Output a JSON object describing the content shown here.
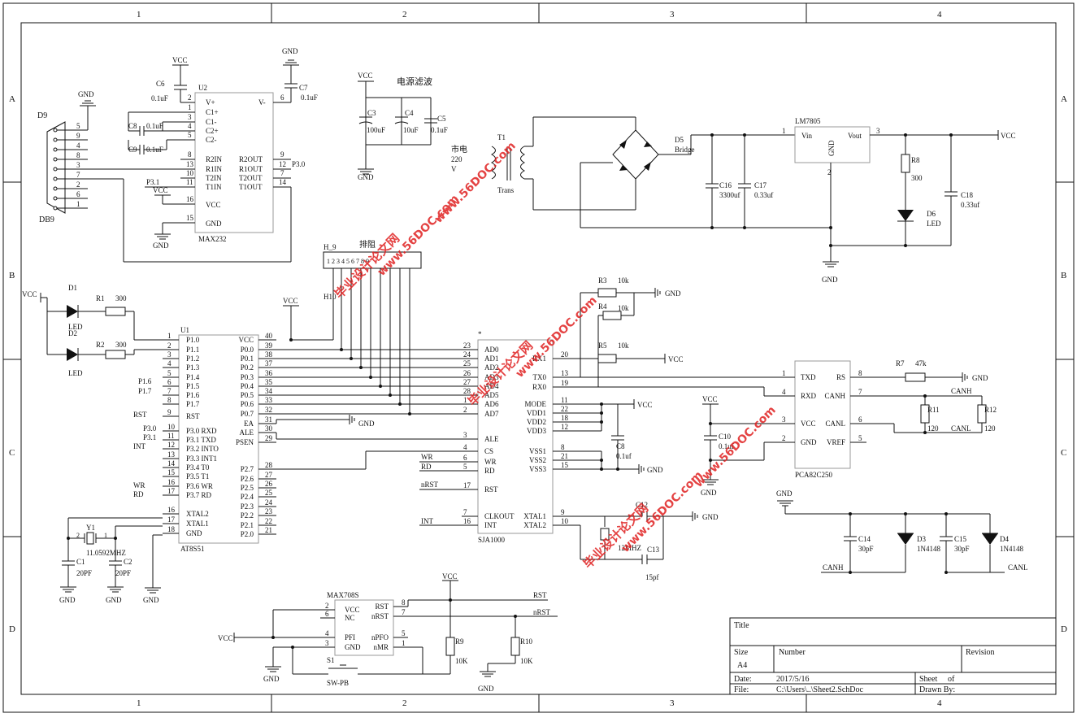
{
  "frame": {
    "cols": [
      "1",
      "2",
      "3",
      "4"
    ],
    "rows": [
      "A",
      "B",
      "C",
      "D"
    ]
  },
  "title_block": {
    "title_label": "Title",
    "size_label": "Size",
    "size_value": "A4",
    "number_label": "Number",
    "revision_label": "Revision",
    "date_label": "Date:",
    "date_value": "2017/5/16",
    "sheet_label": "Sheet",
    "of_label": "of",
    "file_label": "File:",
    "file_value": "C:\\Users\\..\\Sheet2.SchDoc",
    "drawn_label": "Drawn By:"
  },
  "watermark": {
    "text1": "毕业设计论文网",
    "text2": "www.56DOC.com",
    "color": "#e02020"
  },
  "power": {
    "vcc": "VCC",
    "gnd": "GND"
  },
  "db9": {
    "ref": "D9",
    "name": "DB9",
    "pins": [
      "5",
      "9",
      "4",
      "8",
      "3",
      "7",
      "2",
      "6",
      "1"
    ]
  },
  "max232": {
    "ref": "U2",
    "name": "MAX232",
    "left_pins": [
      {
        "num": "2",
        "name": "V+"
      },
      {
        "num": "1",
        "name": "C1+"
      },
      {
        "num": "3",
        "name": "C1-"
      },
      {
        "num": "4",
        "name": "C2+"
      },
      {
        "num": "5",
        "name": "C2-"
      },
      {
        "num": "8",
        "name": "R2IN"
      },
      {
        "num": "13",
        "name": "R1IN"
      },
      {
        "num": "10",
        "name": "T2IN"
      },
      {
        "num": "11",
        "name": "T1IN"
      },
      {
        "num": "16",
        "name": "VCC"
      },
      {
        "num": "15",
        "name": "GND"
      }
    ],
    "right_pins": [
      {
        "num": "6",
        "name": "V-"
      },
      {
        "num": "9",
        "name": "R2OUT"
      },
      {
        "num": "12",
        "name": "R1OUT"
      },
      {
        "num": "7",
        "name": "T2OUT"
      },
      {
        "num": "14",
        "name": "T1OUT"
      }
    ],
    "net_p30": "P3.0",
    "net_p31": "P3.1",
    "c6": "C6",
    "c6v": "0.1uF",
    "c7": "C7",
    "c7v": "0.1uF",
    "c8": "C8",
    "c8v": "0.1uF",
    "c9": "C9",
    "c9v": "0.1uF"
  },
  "filter": {
    "title": "电源滤波",
    "c3": "C3",
    "c3v": "100uF",
    "c4": "C4",
    "c4v": "10uF",
    "c5": "C5",
    "c5v": "0.1uF"
  },
  "supply": {
    "mains": "市电",
    "v220": "220",
    "v": "V",
    "t1": "T1",
    "trans": "Trans",
    "d5": "D5",
    "bridge": "Bridge",
    "c16": "C16",
    "c16v": "3300uf",
    "c17": "C17",
    "c17v": "0.33uf",
    "reg": "LM7805",
    "vin": "Vin",
    "vout": "Vout",
    "gnd": "GND",
    "pin1": "1",
    "pin2": "2",
    "pin3": "3",
    "r8": "R8",
    "r8v": "300",
    "d6": "D6",
    "d6n": "LED",
    "c18": "C18",
    "c18v": "0.33uf"
  },
  "respack": {
    "h9": "H_9",
    "h10": "H10",
    "name": "排阻",
    "pins": "1 2 3 4 5 6 7 8 9"
  },
  "leds": {
    "d1": "D1",
    "d1n": "LED",
    "d2": "D2",
    "d2n": "LED",
    "r1": "R1",
    "r1v": "300",
    "r2": "R2",
    "r2v": "300"
  },
  "mcu": {
    "ref": "U1",
    "name": "AT8S51",
    "left_pins": [
      {
        "num": "1",
        "name": "P1.0"
      },
      {
        "num": "2",
        "name": "P1.1"
      },
      {
        "num": "3",
        "name": "P1.2"
      },
      {
        "num": "4",
        "name": "P1.3"
      },
      {
        "num": "5",
        "name": "P1.4"
      },
      {
        "num": "6",
        "name": "P1.5"
      },
      {
        "num": "7",
        "name": "P1.6"
      },
      {
        "num": "8",
        "name": "P1.7"
      },
      {
        "num": "9",
        "name": "RST"
      },
      {
        "num": "10",
        "name": "P3.0 RXD"
      },
      {
        "num": "11",
        "name": "P3.1 TXD"
      },
      {
        "num": "12",
        "name": "P3.2 INTO"
      },
      {
        "num": "13",
        "name": "P3.3 INT1"
      },
      {
        "num": "14",
        "name": "P3.4 T0"
      },
      {
        "num": "15",
        "name": "P3.5 T1"
      },
      {
        "num": "16",
        "name": "P3.6 WR"
      },
      {
        "num": "17",
        "name": "P3.7 RD"
      },
      {
        "num": "16",
        "name": "XTAL2"
      },
      {
        "num": "17",
        "name": "XTAL1"
      },
      {
        "num": "18",
        "name": "GND"
      }
    ],
    "right_pins": [
      {
        "num": "40",
        "name": "VCC"
      },
      {
        "num": "39",
        "name": "P0.0"
      },
      {
        "num": "38",
        "name": "P0.1"
      },
      {
        "num": "37",
        "name": "P0.2"
      },
      {
        "num": "36",
        "name": "P0.3"
      },
      {
        "num": "35",
        "name": "P0.4"
      },
      {
        "num": "34",
        "name": "P0.5"
      },
      {
        "num": "33",
        "name": "P0.6"
      },
      {
        "num": "32",
        "name": "P0.7"
      },
      {
        "num": "31",
        "name": "EA"
      },
      {
        "num": "30",
        "name": "ALE"
      },
      {
        "num": "29",
        "name": "PSEN"
      },
      {
        "num": "28",
        "name": "P2.7"
      },
      {
        "num": "27",
        "name": "P2.6"
      },
      {
        "num": "26",
        "name": "P2.5"
      },
      {
        "num": "25",
        "name": "P2.4"
      },
      {
        "num": "24",
        "name": "P2.3"
      },
      {
        "num": "23",
        "name": "P2.2"
      },
      {
        "num": "22",
        "name": "P2.1"
      },
      {
        "num": "21",
        "name": "P2.0"
      }
    ],
    "nets_left": [
      "P1.6",
      "P1.7",
      "RST",
      "P3.0",
      "P3.1",
      "INT",
      "WR",
      "RD"
    ]
  },
  "crystal": {
    "y1": "Y1",
    "freq": "11.0592MHZ",
    "c1": "C1",
    "c1v": "20PF",
    "c2": "C2",
    "c2v": "20PF",
    "pin1": "1",
    "pin2": "2"
  },
  "sja": {
    "name": "SJA1000",
    "star": "*",
    "left_pins": [
      {
        "num": "23",
        "name": "AD0"
      },
      {
        "num": "24",
        "name": "AD1"
      },
      {
        "num": "25",
        "name": "AD2"
      },
      {
        "num": "26",
        "name": "AD3"
      },
      {
        "num": "27",
        "name": "AD4"
      },
      {
        "num": "28",
        "name": "AD5"
      },
      {
        "num": "1",
        "name": "AD6"
      },
      {
        "num": "2",
        "name": "AD7"
      },
      {
        "num": "3",
        "name": "ALE"
      },
      {
        "num": "4",
        "name": "CS"
      },
      {
        "num": "6",
        "name": "WR"
      },
      {
        "num": "5",
        "name": "RD"
      },
      {
        "num": "17",
        "name": "RST"
      },
      {
        "num": "7",
        "name": "CLKOUT"
      },
      {
        "num": "16",
        "name": "INT"
      }
    ],
    "right_pins": [
      {
        "num": "13",
        "name": "TX0"
      },
      {
        "num": "19",
        "name": "RX0"
      },
      {
        "num": "20",
        "name": "RX1"
      },
      {
        "num": "11",
        "name": "MODE"
      },
      {
        "num": "22",
        "name": "VDD1"
      },
      {
        "num": "18",
        "name": "VDD2"
      },
      {
        "num": "12",
        "name": "VDD3"
      },
      {
        "num": "8",
        "name": "VSS1"
      },
      {
        "num": "21",
        "name": "VSS2"
      },
      {
        "num": "15",
        "name": "VSS3"
      },
      {
        "num": "9",
        "name": "XTAL1"
      },
      {
        "num": "10",
        "name": "XTAL2"
      }
    ],
    "nets": [
      "WR",
      "RD",
      "nRST",
      "INT"
    ],
    "r3": "R3",
    "r3v": "10k",
    "r4": "R4",
    "r4v": "10k",
    "r5": "R5",
    "r5v": "10k",
    "c8": "C8",
    "c8v": "0.1uf",
    "c12": "C12",
    "c13": "C13",
    "c13v": "15pf",
    "x2": "12MHZ"
  },
  "pca": {
    "name": "PCA82C250",
    "left_pins": [
      {
        "num": "1",
        "name": "TXD"
      },
      {
        "num": "4",
        "name": "RXD"
      },
      {
        "num": "3",
        "name": "VCC"
      },
      {
        "num": "2",
        "name": "GND"
      }
    ],
    "right_pins": [
      {
        "num": "8",
        "name": "RS"
      },
      {
        "num": "7",
        "name": "CANH"
      },
      {
        "num": "6",
        "name": "CANL"
      },
      {
        "num": "5",
        "name": "VREF"
      }
    ],
    "r7": "R7",
    "r7v": "47k",
    "r11": "R11",
    "r11v": "120",
    "r12": "R12",
    "r12v": "120",
    "c10": "C10",
    "c10v": "0.1uf",
    "canh": "CANH",
    "canl": "CANL"
  },
  "protect": {
    "c14": "C14",
    "c14v": "30pF",
    "d3": "D3",
    "d3v": "1N4148",
    "c15": "C15",
    "c15v": "30pF",
    "d4": "D4",
    "d4v": "1N4148",
    "canh": "CANH",
    "canl": "CANL"
  },
  "wdt": {
    "name": "MAX708S",
    "left_pins": [
      {
        "num": "2",
        "name": "VCC"
      },
      {
        "num": "6",
        "name": "NC"
      },
      {
        "num": "4",
        "name": "PFI"
      },
      {
        "num": "3",
        "name": "GND"
      }
    ],
    "right_pins": [
      {
        "num": "8",
        "name": "RST"
      },
      {
        "num": "7",
        "name": "nRST"
      },
      {
        "num": "5",
        "name": "nPFO"
      },
      {
        "num": "1",
        "name": "nMR"
      }
    ],
    "rst": "RST",
    "nrst": "nRST",
    "s1": "S1",
    "sw": "SW-PB",
    "r9": "R9",
    "r9v": "10K",
    "r10": "R10",
    "r10v": "10K"
  }
}
